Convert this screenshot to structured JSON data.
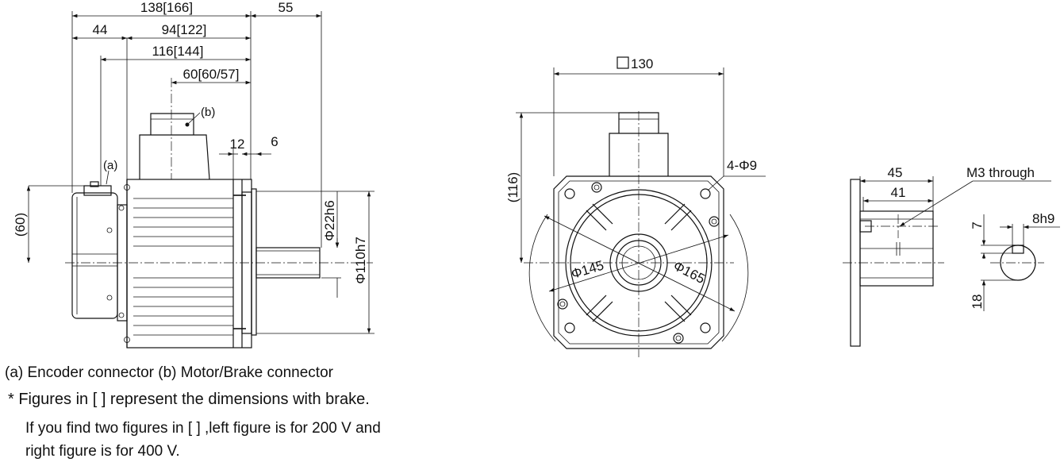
{
  "side_view": {
    "dims": {
      "total": "138[166]",
      "shaft": "55",
      "encoder": "44",
      "body": "94[122]",
      "body2": "116[144]",
      "connector": "60[60/57]",
      "flange_t": "12",
      "shaft_step": "6",
      "shaft_d": "Φ22h6",
      "pilot_d": "Φ110h7",
      "enc_h": "(60)"
    },
    "label_a": "(a)",
    "label_b": "(b)"
  },
  "front_view": {
    "dims": {
      "square": "130",
      "height": "(116)",
      "holes": "4-Φ9",
      "pcd_small": "Φ145",
      "pcd_large": "Φ165"
    }
  },
  "shaft_detail": {
    "dims": {
      "len45": "45",
      "len41": "41",
      "tap": "M3 through",
      "d7": "7",
      "d18": "18",
      "key": "8h9"
    }
  },
  "notes": {
    "legend": "(a) Encoder connector  (b) Motor/Brake connector",
    "brake_note": "* Figures in [  ] represent the dimensions with brake.",
    "two_figures_1": "If you find two figures in [  ] ,left figure is for 200 V and",
    "two_figures_2": "right figure is for 400 V."
  }
}
